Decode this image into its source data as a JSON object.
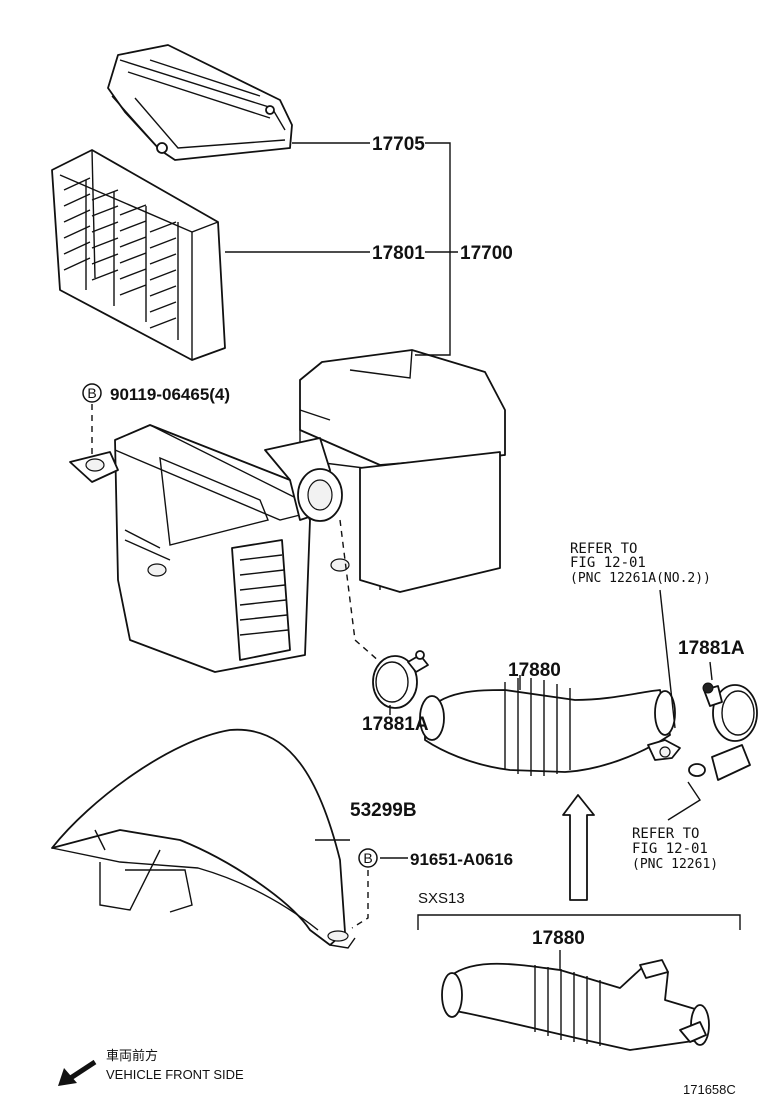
{
  "parts": {
    "p17705": "17705",
    "p17801": "17801",
    "p17700": "17700",
    "p90119": "90119-06465(4)",
    "p17880_main": "17880",
    "p17881A_right": "17881A",
    "p17881A_left": "17881A",
    "p53299B": "53299B",
    "p91651": "91651-A0616",
    "p17880_sxs": "17880"
  },
  "badges": {
    "b1": "B",
    "b2": "B"
  },
  "refer_top": {
    "line1": "REFER TO",
    "line2": "FIG 12-01",
    "line3": "(PNC 12261A(NO.2))"
  },
  "refer_bottom": {
    "line1": "REFER TO",
    "line2": "FIG 12-01",
    "line3": "(PNC 12261)"
  },
  "variant_label": "SXS13",
  "direction": {
    "japanese": "車両前方",
    "english": "VEHICLE FRONT SIDE"
  },
  "figure_code": "171658C"
}
